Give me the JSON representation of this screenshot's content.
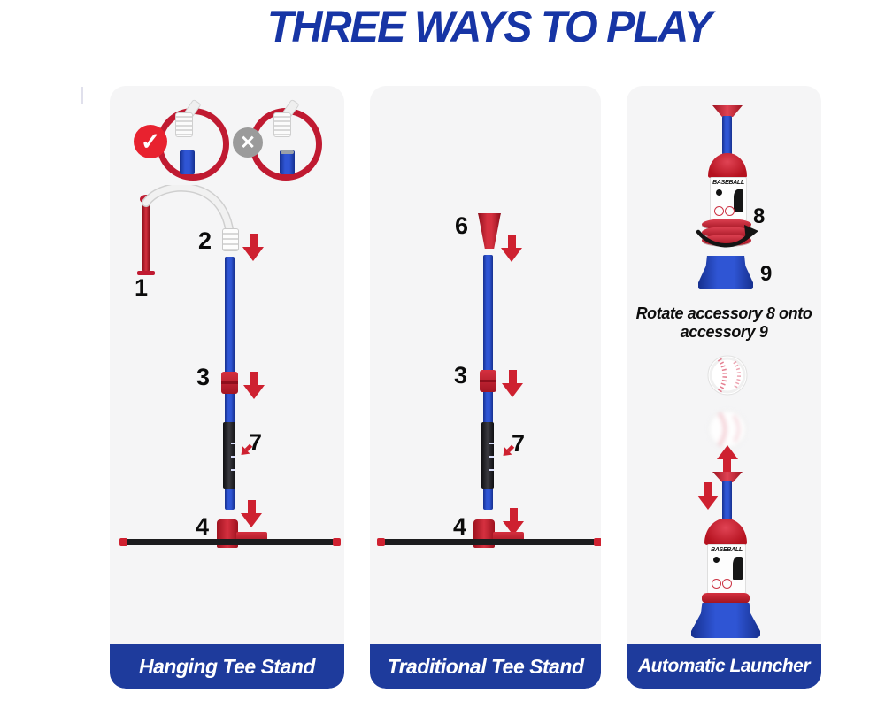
{
  "title": "THREE WAYS TO PLAY",
  "colors": {
    "title_blue": "#1735a5",
    "caption_blue": "#1e3b9c",
    "panel_gray": "#f5f5f6",
    "ring_red": "#c01a31",
    "check_badge_red": "#e8222f",
    "cross_badge_gray": "#9b9b9b",
    "arrow_red": "#ce2130",
    "part_red": "#c4202f",
    "pole_blue": "#2f55d4"
  },
  "badges": {
    "check": "✓",
    "cross": "✕"
  },
  "panel1": {
    "caption": "Hanging Tee Stand",
    "num1": "1",
    "num2": "2",
    "num3": "3",
    "num7": "7",
    "num4": "4"
  },
  "panel2": {
    "caption": "Traditional Tee Stand",
    "num6": "6",
    "num3": "3",
    "num7": "7",
    "num4": "4"
  },
  "panel3": {
    "caption": "Automatic Launcher",
    "num8": "8",
    "num9": "9",
    "instruction_line1": "Rotate accessory 8 onto",
    "instruction_line2": "accessory 9",
    "product_label": "BASEBALL"
  }
}
